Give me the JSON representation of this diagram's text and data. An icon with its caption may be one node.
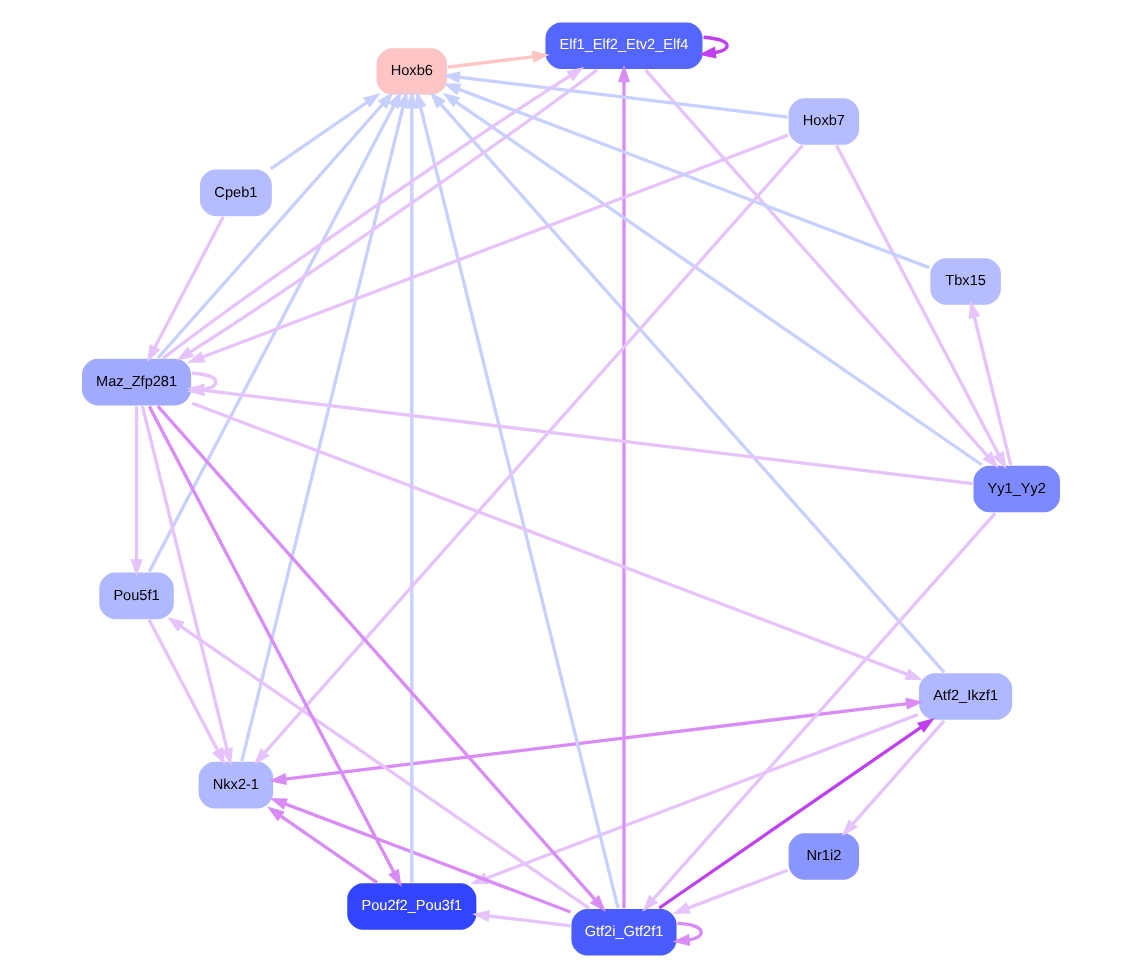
{
  "diagram": {
    "nodes": [
      {
        "text": [
          "Atf2_Ikzf1"
        ]
      },
      {
        "text": [
          "Nkx2-1"
        ]
      },
      {
        "text": [
          "Gtf2i_Gtf2f1"
        ]
      },
      {
        "text": [
          "Pou2f2_Pou3f1"
        ]
      },
      {
        "text": [
          "Pou5f1"
        ]
      },
      {
        "text": [
          "Elf1_Elf2_Etv2_Elf4"
        ]
      },
      {
        "text": [
          "Hoxb6"
        ]
      },
      {
        "text": [
          "Yy1_Yy2"
        ]
      },
      {
        "text": [
          "Hoxb7"
        ]
      },
      {
        "text": [
          "Nr1i2"
        ]
      },
      {
        "text": [
          "Cpeb1"
        ]
      },
      {
        "text": [
          "Maz_Zfp281"
        ]
      },
      {
        "text": [
          "Tbx15"
        ]
      }
    ],
    "edges": [
      {
        "from": 2,
        "to": 0,
        "arrow": "to",
        "color": "#c040f0"
      },
      {
        "from": 0,
        "to": 1,
        "arrow": "both",
        "color": "#d98cf5"
      },
      {
        "from": 2,
        "to": 1,
        "arrow": "to",
        "color": "#d98cf5"
      },
      {
        "from": 2,
        "to": 2,
        "arrow": "to",
        "color": "#d98cf5"
      },
      {
        "from": 2,
        "to": 3,
        "arrow": "to"
      },
      {
        "from": 2,
        "to": 5,
        "arrow": "to",
        "color": "#d98cf5"
      },
      {
        "from": 2,
        "to": 4,
        "arrow": "to"
      },
      {
        "from": 2,
        "to": 6,
        "arrow": "to",
        "color": "#c8d0ff"
      },
      {
        "from": 3,
        "to": 1,
        "arrow": "to",
        "color": "#d98cf5"
      },
      {
        "from": 0,
        "to": 3,
        "arrow": "to"
      },
      {
        "from": 0,
        "to": 6,
        "arrow": "to",
        "color": "#c8d0ff"
      },
      {
        "from": 1,
        "to": 6,
        "arrow": "to",
        "color": "#c8d0ff"
      },
      {
        "from": 3,
        "to": 6,
        "arrow": "to",
        "color": "#c8d0ff"
      },
      {
        "from": 4,
        "to": 1,
        "arrow": "to"
      },
      {
        "from": 4,
        "to": 6,
        "arrow": "to",
        "color": "#c8d0ff"
      },
      {
        "from": 5,
        "to": 5,
        "arrow": "to",
        "color": "#c040f0"
      },
      {
        "from": 6,
        "to": 5,
        "arrow": "to",
        "color": "#ffc4c4"
      },
      {
        "from": 7,
        "to": 6,
        "arrow": "to",
        "color": "#c8d0ff"
      },
      {
        "from": 7,
        "to": 2,
        "arrow": "to"
      },
      {
        "from": 9,
        "to": 2,
        "arrow": "to"
      },
      {
        "from": 0,
        "to": 9,
        "arrow": "to"
      },
      {
        "from": 11,
        "to": 2,
        "arrow": "to",
        "color": "#d98cf5"
      },
      {
        "from": 11,
        "to": 0,
        "arrow": "to"
      },
      {
        "from": 11,
        "to": 1,
        "arrow": "to"
      },
      {
        "from": 11,
        "to": 3,
        "arrow": "to",
        "color": "#d98cf5"
      },
      {
        "from": 11,
        "to": 5,
        "arrow": "to"
      },
      {
        "from": 11,
        "to": 6,
        "arrow": "to",
        "color": "#c8d0ff"
      },
      {
        "from": 11,
        "to": 4,
        "arrow": "to"
      },
      {
        "from": 11,
        "to": 11,
        "arrow": "to"
      },
      {
        "from": 7,
        "to": 11,
        "arrow": "to"
      },
      {
        "from": 7,
        "to": 12,
        "arrow": "to"
      },
      {
        "from": 8,
        "to": 1,
        "arrow": "to"
      },
      {
        "from": 8,
        "to": 6,
        "arrow": "to",
        "color": "#c8d0ff"
      },
      {
        "from": 8,
        "to": 11,
        "arrow": "to"
      },
      {
        "from": 5,
        "to": 7,
        "arrow": "to"
      },
      {
        "from": 8,
        "to": 7,
        "arrow": "to"
      },
      {
        "from": 10,
        "to": 6,
        "arrow": "to",
        "color": "#c8d0ff"
      },
      {
        "from": 10,
        "to": 11,
        "arrow": "to"
      },
      {
        "from": 12,
        "to": 6,
        "arrow": "to",
        "color": "#c8d0ff"
      },
      {
        "from": 5,
        "to": 11,
        "arrow": "to"
      }
    ]
  }
}
